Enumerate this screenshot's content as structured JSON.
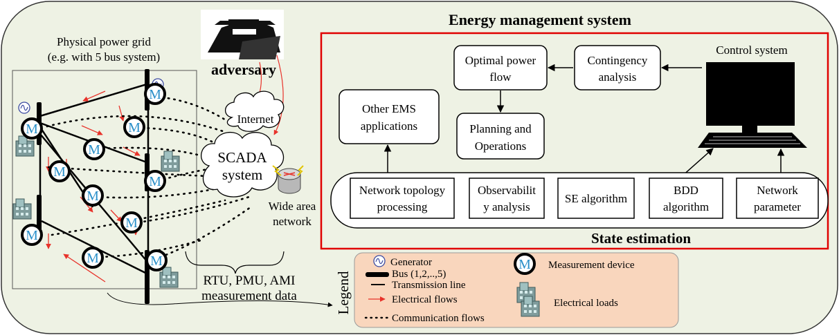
{
  "grid": {
    "title_line1": "Physical power grid",
    "title_line2": "(e.g. with 5 bus system)",
    "meter_letter": "M"
  },
  "adversary": "adversary",
  "internet": "Internet",
  "scada": {
    "line1": "SCADA",
    "line2": "system"
  },
  "wan": {
    "line1": "Wide area",
    "line2": "network"
  },
  "rtu": {
    "line1": "RTU, PMU, AMI",
    "line2": "measurement data"
  },
  "ems": {
    "title": "Energy management system",
    "control_system": "Control system",
    "optimal_power_flow": {
      "line1": "Optimal power",
      "line2": "flow"
    },
    "contingency": {
      "line1": "Contingency",
      "line2": "analysis"
    },
    "other_apps": {
      "line1": "Other EMS",
      "line2": "applications"
    },
    "planning": {
      "line1": "Planning and",
      "line2": "Operations"
    },
    "state_estimation": "State estimation",
    "pipeline": {
      "topology": {
        "line1": "Network topology",
        "line2": "processing"
      },
      "observability": {
        "line1": "Observabilit",
        "line2": "y analysis"
      },
      "se": {
        "line1": "SE algorithm"
      },
      "bdd": {
        "line1": "BDD",
        "line2": "algorithm"
      },
      "parameter": {
        "line1": "Network",
        "line2": "parameter"
      }
    }
  },
  "legend": {
    "title": "Legend",
    "generator": "Generator",
    "bus": "Bus (1,2,..,5)",
    "transmission": "Transmission line",
    "electrical_flows": "Electrical flows",
    "communication_flows": "Communication flows",
    "measurement_device": "Measurement device",
    "electrical_loads": "Electrical loads"
  },
  "colors": {
    "background": "#eef2e4",
    "ems_frame": "#e00000",
    "legend_fill": "#f9d6bd",
    "meter_letter": "#2a8fc9",
    "flow_arrow": "#e8322a"
  }
}
